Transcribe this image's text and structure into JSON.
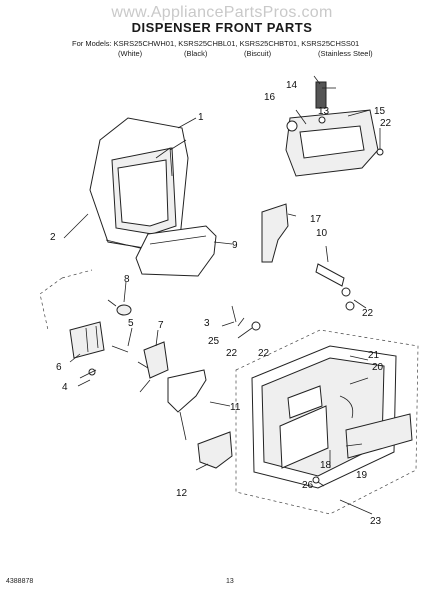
{
  "watermark": "www.AppliancePartsPros.com",
  "title": "DISPENSER FRONT PARTS",
  "models": {
    "line": "For Models: KSRS25CHWH01, KSRS25CHBL01, KSRS25CHBT01, KSRS25CHSS01",
    "colors": [
      "(White)",
      "(Black)",
      "(Biscuit)",
      "(Stainless Steel)"
    ]
  },
  "callouts": [
    "1",
    "2",
    "3",
    "4",
    "5",
    "6",
    "7",
    "8",
    "9",
    "10",
    "11",
    "12",
    "13",
    "14",
    "15",
    "16",
    "17",
    "18",
    "19",
    "20",
    "21",
    "22",
    "22",
    "22",
    "22",
    "23",
    "25",
    "26"
  ],
  "footer": {
    "doc_number": "4388878",
    "page": "13"
  }
}
